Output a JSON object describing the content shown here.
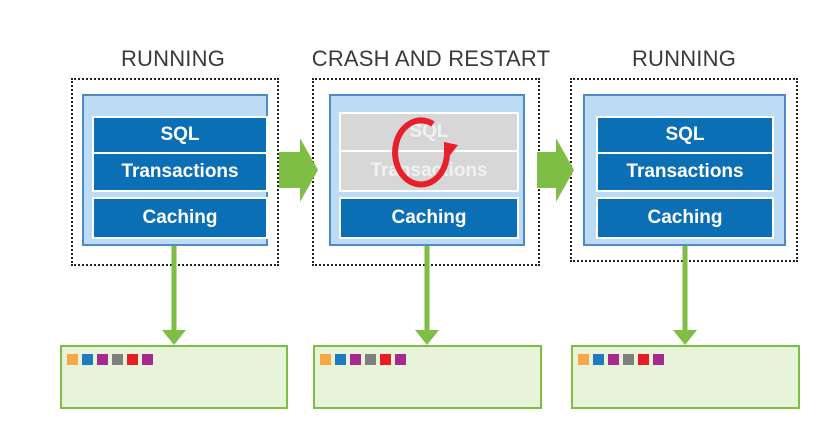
{
  "stages": [
    {
      "title": "RUNNING",
      "blocks": [
        "SQL",
        "Transactions",
        "Caching"
      ]
    },
    {
      "title": "CRASH AND RESTART",
      "blocks": [
        "SQL",
        "Transactions",
        "Caching"
      ]
    },
    {
      "title": "RUNNING",
      "blocks": [
        "SQL",
        "Transactions",
        "Caching"
      ]
    }
  ],
  "colors": {
    "block_blue": "#0a6fb5",
    "block_grey": "#d7d7d7",
    "panel": "#bcdcf5",
    "arrow_green": "#7fbe45",
    "store_fill": "#e8f4d9",
    "restart_red": "#e8202a"
  },
  "data_squares": [
    "#f7a845",
    "#1f7bc0",
    "#a62a8e",
    "#7f7f7f",
    "#e81c24",
    "#a62a8e"
  ]
}
